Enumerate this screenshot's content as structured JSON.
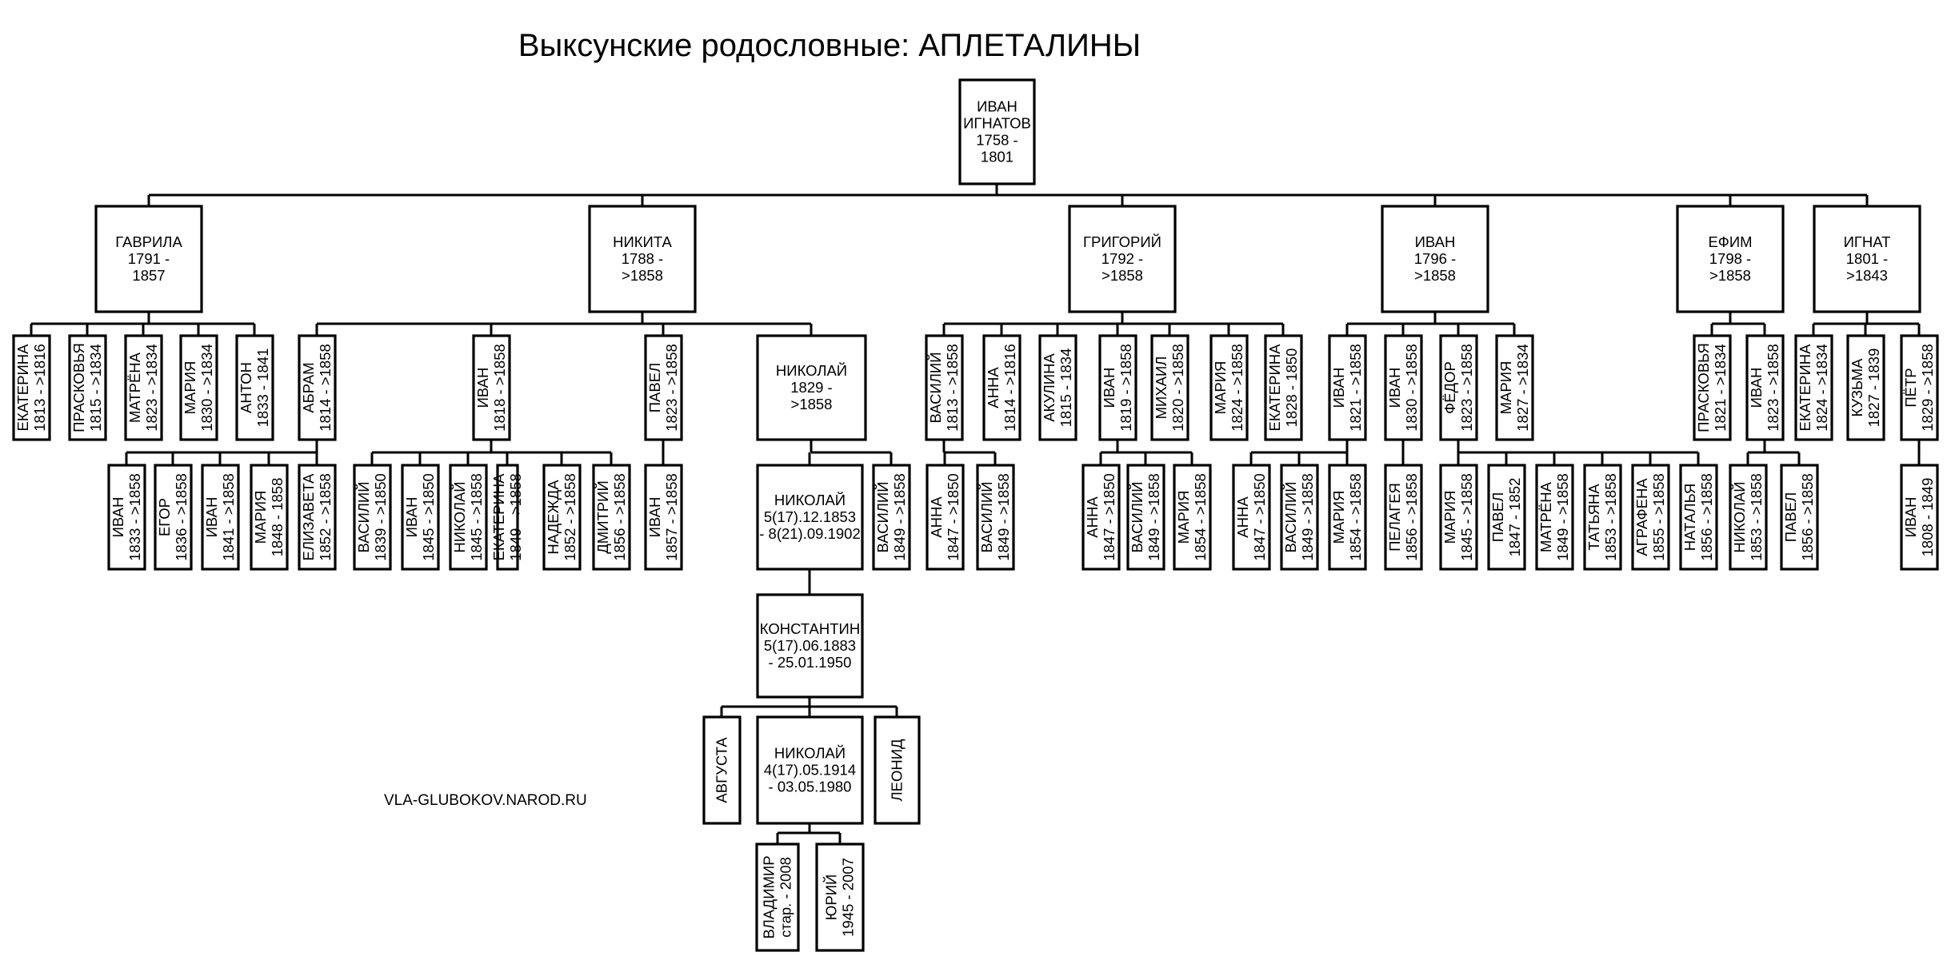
{
  "title": "Выксунские родословные: АПЛЕТАЛИНЫ",
  "credit": "VLA-GLUBOKOV.NAROD.RU",
  "people": {
    "root": [
      "ИВАН",
      "ИГНАТОВ",
      "1758 -",
      "1801"
    ],
    "gavrila": [
      "ГАВРИЛА",
      "1791 -",
      "1857"
    ],
    "nikita": [
      "НИКИТА",
      "1788 -",
      ">1858"
    ],
    "grigory": [
      "ГРИГОРИЙ",
      "1792 -",
      ">1858"
    ],
    "ivan_1796": [
      "ИВАН",
      "1796 -",
      ">1858"
    ],
    "efim": [
      "ЕФИМ",
      "1798 -",
      ">1858"
    ],
    "ignat": [
      "ИГНАТ",
      "1801 -",
      ">1843"
    ],
    "g_ekaterina": [
      "ЕКАТЕРИНА",
      "1813 - >1816"
    ],
    "g_praskovya": [
      "ПРАСКОВЬЯ",
      "1815 - >1834"
    ],
    "g_matrena": [
      "МАТРЁНА",
      "1823 - >1834"
    ],
    "g_maria": [
      "МАРИЯ",
      "1830 - >1834"
    ],
    "g_anton": [
      "АНТОН",
      "1833 - 1841"
    ],
    "n_abram": [
      "АБРАМ",
      "1814 - >1858"
    ],
    "n_ivan": [
      "ИВАН",
      "1818 - >1858"
    ],
    "n_pavel": [
      "ПАВЕЛ",
      "1823 - >1858"
    ],
    "n_nikolay": [
      "НИКОЛАЙ",
      "1829 -",
      ">1858"
    ],
    "a_ivan": [
      "ИВАН",
      "1833 - >1858"
    ],
    "a_egor": [
      "ЕГОР",
      "1836 - >1858"
    ],
    "a_ivan2": [
      "ИВАН",
      "1841 - >1858"
    ],
    "a_maria": [
      "МАРИЯ",
      "1848 - 1858"
    ],
    "a_elizaveta": [
      "ЕЛИЗАВЕТА",
      "1852 - >1858"
    ],
    "i_vasily": [
      "ВАСИЛИЙ",
      "1839 - >1850"
    ],
    "i_ivan": [
      "ИВАН",
      "1845 - >1850"
    ],
    "i_nikolay": [
      "НИКОЛАЙ",
      "1845 - >1858"
    ],
    "i_ekaterina": [
      "ЕКАТЕРИНА",
      "1849 - >1858"
    ],
    "i_nadezhda": [
      "НАДЕЖДА",
      "1852 - >1858"
    ],
    "i_dmitry": [
      "ДМИТРИЙ",
      "1856 - >1858"
    ],
    "p_ivan": [
      "ИВАН",
      "1857 - >1858"
    ],
    "nk_nikolay": [
      "НИКОЛАЙ",
      "5(17).12.1853",
      "- 8(21).09.1902"
    ],
    "nk_vasily": [
      "ВАСИЛИЙ",
      "1849 - >1858"
    ],
    "konstantin": [
      "КОНСТАНТИН",
      "5(17).06.1883",
      "- 25.01.1950"
    ],
    "avgusta": [
      "АВГУСТА"
    ],
    "nikolay_1914": [
      "НИКОЛАЙ",
      "4(17).05.1914",
      "- 03.05.1980"
    ],
    "leonid": [
      "ЛЕОНИД"
    ],
    "vladimir": [
      "ВЛАДИМИР",
      "стар. - 2008"
    ],
    "yury": [
      "ЮРИЙ",
      "1945 - 2007"
    ],
    "gr_vasily": [
      "ВАСИЛИЙ",
      "1813 - >1858"
    ],
    "gr_anna": [
      "АННА",
      "1814 - >1816"
    ],
    "gr_akulina": [
      "АКУЛИНА",
      "1815 - 1834"
    ],
    "gr_ivan": [
      "ИВАН",
      "1819 - >1858"
    ],
    "gr_mikhail": [
      "МИХАИЛ",
      "1820 - >1858"
    ],
    "gr_maria": [
      "МАРИЯ",
      "1824 - >1858"
    ],
    "gr_ekaterina": [
      "ЕКАТЕРИНА",
      "1828 - 1850"
    ],
    "gv_anna": [
      "АННА",
      "1847 - >1850"
    ],
    "gv_vasily": [
      "ВАСИЛИЙ",
      "1849 - >1858"
    ],
    "gi_anna": [
      "АННА",
      "1847 - >1850"
    ],
    "gi_vasily": [
      "ВАСИЛИЙ",
      "1849 - >1858"
    ],
    "gi_maria": [
      "МАРИЯ",
      "1854 - >1858"
    ],
    "iv_ivan": [
      "ИВАН",
      "1821 - >1858"
    ],
    "iv_ivan2": [
      "ИВАН",
      "1830 - >1858"
    ],
    "iv_fedor": [
      "ФЁДОР",
      "1823 - >1858"
    ],
    "iv_maria": [
      "МАРИЯ",
      "1827 - >1834"
    ],
    "ii_anna": [
      "АННА",
      "1847 - >1850"
    ],
    "ii_vasily": [
      "ВАСИЛИЙ",
      "1849 - >1858"
    ],
    "ii_maria": [
      "МАРИЯ",
      "1854 - >1858"
    ],
    "ij_pelageya": [
      "ПЕЛАГЕЯ",
      "1856 - >1858"
    ],
    "f_maria": [
      "МАРИЯ",
      "1845 - >1858"
    ],
    "f_pavel": [
      "ПАВЕЛ",
      "1847 - 1852"
    ],
    "f_matrena": [
      "МАТРЁНА",
      "1849 - >1858"
    ],
    "f_tatyana": [
      "ТАТЬЯНА",
      "1853 - >1858"
    ],
    "f_agrafena": [
      "АГРАФЕНА",
      "1855 - >1858"
    ],
    "f_natalya": [
      "НАТАЛЬЯ",
      "1856 - >1858"
    ],
    "e_praskovya": [
      "ПРАСКОВЬЯ",
      "1821 - >1834"
    ],
    "e_ivan": [
      "ИВАН",
      "1823 - >1858"
    ],
    "ei_nikolay": [
      "НИКОЛАЙ",
      "1853 - >1858"
    ],
    "ei_pavel": [
      "ПАВЕЛ",
      "1856 - >1858"
    ],
    "ig_ekaterina": [
      "ЕКАТЕРИНА",
      "1824 - >1834"
    ],
    "ig_kuzma": [
      "КУЗЬМА",
      "1827 - 1839"
    ],
    "ig_petr": [
      "ПЁТР",
      "1829 - >1858"
    ],
    "ip_ivan": [
      "ИВАН",
      "1808 - 1849"
    ]
  }
}
